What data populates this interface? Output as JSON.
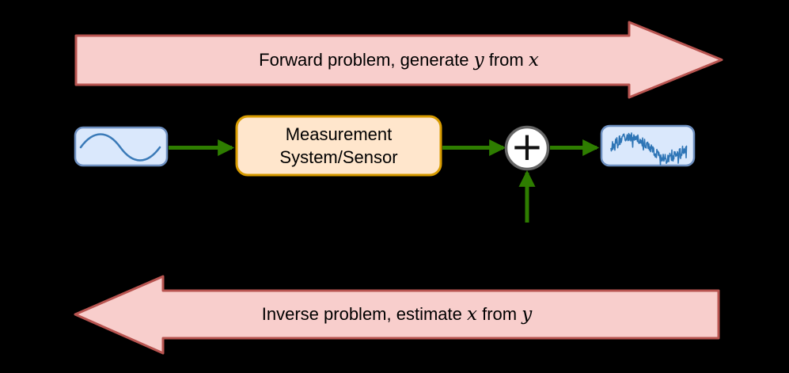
{
  "colors": {
    "background": "#000000",
    "arrow_fill": "#f8cecc",
    "arrow_stroke": "#b85450",
    "signal_fill": "#dae8fc",
    "signal_stroke": "#6c8ebf",
    "measure_fill": "#ffe6cc",
    "measure_stroke": "#d79b00",
    "sum_fill": "#ffffff",
    "sum_stroke": "#666666",
    "green": "#2e7d00",
    "wave_blue": "#3a7ab8",
    "wave_blue_noisy": "#2e75b6"
  },
  "forward_arrow": {
    "label_pre": "Forward problem, generate ",
    "var_a": "y",
    "label_mid": " from ",
    "var_b": "x"
  },
  "inverse_arrow": {
    "label_pre": "Inverse problem, estimate ",
    "var_a": "x",
    "label_mid": " from ",
    "var_b": "y"
  },
  "pipeline": {
    "input_node": {
      "icon": "sine-wave"
    },
    "measurement_node": {
      "label_line1": "Measurement",
      "label_line2": "System/Sensor"
    },
    "sum_node": {
      "symbol": "+",
      "icon": "plus-in-circle"
    },
    "output_node": {
      "icon": "noisy-sine-wave"
    }
  }
}
